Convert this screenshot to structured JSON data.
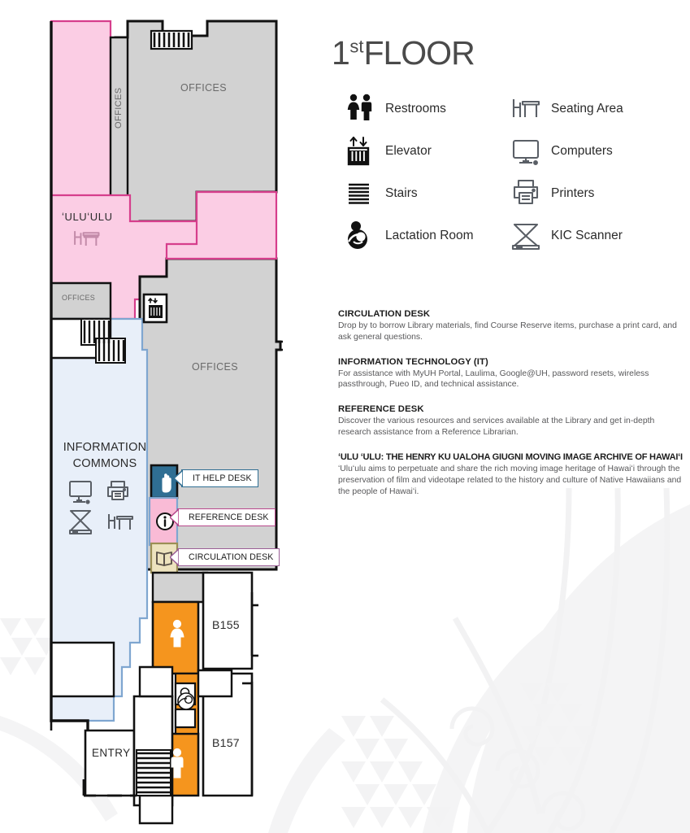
{
  "header": {
    "floor_number": "1",
    "floor_ordinal": "st",
    "floor_word": "FLOOR"
  },
  "legend": {
    "left_column": [
      {
        "icon": "restrooms-icon",
        "label": "Restrooms"
      },
      {
        "icon": "elevator-icon",
        "label": "Elevator"
      },
      {
        "icon": "stairs-icon",
        "label": "Stairs"
      },
      {
        "icon": "lactation-room-icon",
        "label": "Lactation Room"
      }
    ],
    "right_column": [
      {
        "icon": "seating-area-icon",
        "label": "Seating Area"
      },
      {
        "icon": "computers-icon",
        "label": "Computers"
      },
      {
        "icon": "printers-icon",
        "label": "Printers"
      },
      {
        "icon": "kic-scanner-icon",
        "label": "KIC Scanner"
      }
    ]
  },
  "descriptions": [
    {
      "heading": "CIRCULATION DESK",
      "body": "Drop by to borrow Library materials, find Course Reserve items, purchase a print card, and ask general questions."
    },
    {
      "heading": "INFORMATION TECHNOLOGY (IT)",
      "body": "For assistance with MyUH Portal, Laulima, Google@UH, password resets, wireless passthrough, Pueo ID, and technical assistance."
    },
    {
      "heading": "REFERENCE DESK",
      "body": "Discover the various resources and services available at the Library and get in-depth research assistance from a Reference Librarian."
    },
    {
      "heading": "ʻULU ʻULU:  THE HENRY KU UALOHA GIUGNI MOVING IMAGE ARCHIVE OF HAWAIʻI",
      "body": "ʻUluʻulu aims to perpetuate and share the rich moving image heritage of Hawaiʻi through the preservation of film and videotape related to the history and culture of Native Hawaiians and the people of Hawaiʻi."
    }
  ],
  "map": {
    "region_labels": {
      "offices_top": "OFFICES",
      "offices_vertical": "OFFICES",
      "offices_small": "OFFICES",
      "offices_mid": "OFFICES",
      "uluulu": "ʻULUʻULU",
      "information_commons_line1": "INFORMATION",
      "information_commons_line2": "COMMONS",
      "room_b155": "B155",
      "room_b157": "B157",
      "entry": "ENTRY"
    },
    "callouts": [
      {
        "label": "IT HELP DESK",
        "color": "#2f6e93",
        "icon": "pointer-hand-icon"
      },
      {
        "label": "REFERENCE DESK",
        "color": "#b8478c",
        "icon": "info-circle-icon"
      },
      {
        "label": "CIRCULATION DESK",
        "color": "#9b5f96",
        "icon": "open-book-icon"
      }
    ],
    "colors": {
      "pink": "#FBCDE4",
      "pink_stroke": "#D63E8C",
      "blue": "#E8EFF9",
      "blue_stroke": "#7FA6D0",
      "gray": "#D2D2D2",
      "orange": "#F5951E",
      "it_desk": "#2F6E93",
      "reference_desk": "#F9BBD6",
      "circulation_desk": "#EDE3BE",
      "wall": "#000000"
    },
    "icons_on_map": [
      "seating-area-icon",
      "elevator-icon",
      "stairs-icon",
      "computers-icon",
      "printers-icon",
      "kic-scanner-icon",
      "seating-area-icon",
      "restroom-women-icon",
      "lactation-room-icon",
      "restroom-men-icon"
    ]
  }
}
